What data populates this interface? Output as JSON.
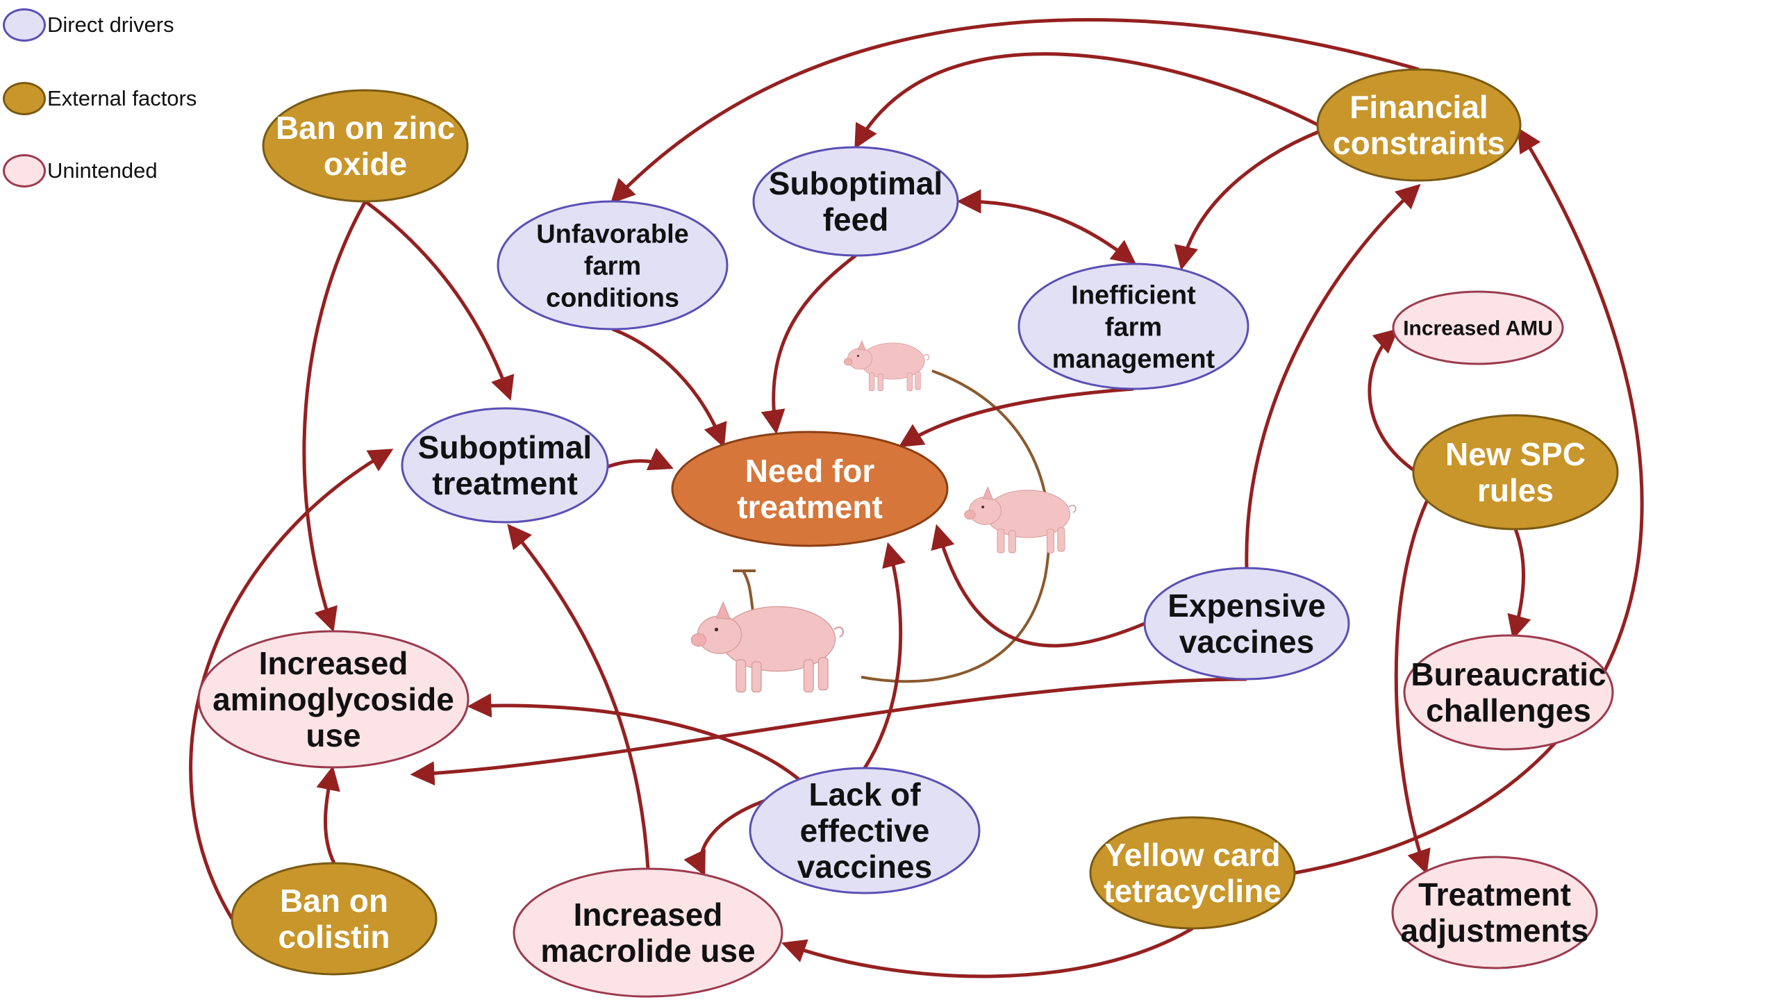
{
  "legend": [
    {
      "key": "direct",
      "label": "Direct drivers"
    },
    {
      "key": "external",
      "label": "External factors"
    },
    {
      "key": "unintended",
      "label": "Unintended"
    }
  ],
  "styles": {
    "direct": {
      "fill": "#e2e0f5",
      "stroke": "#5a4fb4",
      "text": "#111111"
    },
    "external": {
      "fill": "#c8962a",
      "stroke": "#7a5a14",
      "text": "#ffffff"
    },
    "unintended": {
      "fill": "#fbe3e6",
      "stroke": "#9c3a4e",
      "text": "#111111"
    },
    "core": {
      "fill": "#d6763a",
      "stroke": "#8a3f14",
      "text": "#ffffff"
    }
  },
  "arrow_color": "#952020",
  "feedback_loop_color": "#8a5a2e",
  "pig_color": "#f3c3c3",
  "nodes": [
    {
      "id": "ban_zinc",
      "kind": "external",
      "lines": [
        "Ban on zinc",
        "oxide"
      ]
    },
    {
      "id": "unfav_farm",
      "kind": "direct",
      "lines": [
        "Unfavorable",
        "farm",
        "conditions"
      ]
    },
    {
      "id": "subopt_feed",
      "kind": "direct",
      "lines": [
        "Suboptimal",
        "feed"
      ]
    },
    {
      "id": "financial",
      "kind": "external",
      "lines": [
        "Financial",
        "constraints"
      ]
    },
    {
      "id": "ineff_mgmt",
      "kind": "direct",
      "lines": [
        "Inefficient",
        "farm",
        "management"
      ]
    },
    {
      "id": "increased_amu",
      "kind": "unintended",
      "lines": [
        "Increased AMU"
      ]
    },
    {
      "id": "subopt_treat",
      "kind": "direct",
      "lines": [
        "Suboptimal",
        "treatment"
      ]
    },
    {
      "id": "need_treat",
      "kind": "core",
      "lines": [
        "Need for",
        "treatment"
      ]
    },
    {
      "id": "new_spc",
      "kind": "external",
      "lines": [
        "New SPC",
        "rules"
      ]
    },
    {
      "id": "exp_vacc",
      "kind": "direct",
      "lines": [
        "Expensive",
        "vaccines"
      ]
    },
    {
      "id": "bureau",
      "kind": "unintended",
      "lines": [
        "Bureaucratic",
        "challenges"
      ]
    },
    {
      "id": "inc_amino",
      "kind": "unintended",
      "lines": [
        "Increased",
        "aminoglycoside",
        "use"
      ]
    },
    {
      "id": "lack_vacc",
      "kind": "direct",
      "lines": [
        "Lack of",
        "effective",
        "vaccines"
      ]
    },
    {
      "id": "yellow_card",
      "kind": "external",
      "lines": [
        "Yellow card",
        "tetracycline"
      ]
    },
    {
      "id": "treat_adj",
      "kind": "unintended",
      "lines": [
        "Treatment",
        "adjustments"
      ]
    },
    {
      "id": "ban_colistin",
      "kind": "external",
      "lines": [
        "Ban on",
        "colistin"
      ]
    },
    {
      "id": "inc_macro",
      "kind": "unintended",
      "lines": [
        "Increased",
        "macrolide use"
      ]
    }
  ],
  "edges": [
    {
      "from": "ban_zinc",
      "to": "subopt_treat"
    },
    {
      "from": "ban_zinc",
      "to": "inc_amino"
    },
    {
      "from": "financial",
      "to": "unfav_farm"
    },
    {
      "from": "financial",
      "to": "subopt_feed"
    },
    {
      "from": "financial",
      "to": "ineff_mgmt"
    },
    {
      "from": "subopt_feed",
      "to": "ineff_mgmt",
      "bidirectional": true
    },
    {
      "from": "subopt_feed",
      "to": "need_treat"
    },
    {
      "from": "unfav_farm",
      "to": "need_treat"
    },
    {
      "from": "ineff_mgmt",
      "to": "need_treat"
    },
    {
      "from": "subopt_treat",
      "to": "need_treat"
    },
    {
      "from": "exp_vacc",
      "to": "need_treat"
    },
    {
      "from": "exp_vacc",
      "to": "financial"
    },
    {
      "from": "exp_vacc",
      "to": "inc_amino"
    },
    {
      "from": "lack_vacc",
      "to": "need_treat"
    },
    {
      "from": "lack_vacc",
      "to": "inc_amino"
    },
    {
      "from": "lack_vacc",
      "to": "inc_macro"
    },
    {
      "from": "inc_macro",
      "to": "subopt_treat"
    },
    {
      "from": "ban_colistin",
      "to": "inc_amino"
    },
    {
      "from": "ban_colistin",
      "to": "subopt_treat"
    },
    {
      "from": "yellow_card",
      "to": "inc_macro"
    },
    {
      "from": "yellow_card",
      "to": "financial"
    },
    {
      "from": "new_spc",
      "to": "increased_amu"
    },
    {
      "from": "new_spc",
      "to": "bureau"
    },
    {
      "from": "new_spc",
      "to": "treat_adj"
    }
  ]
}
